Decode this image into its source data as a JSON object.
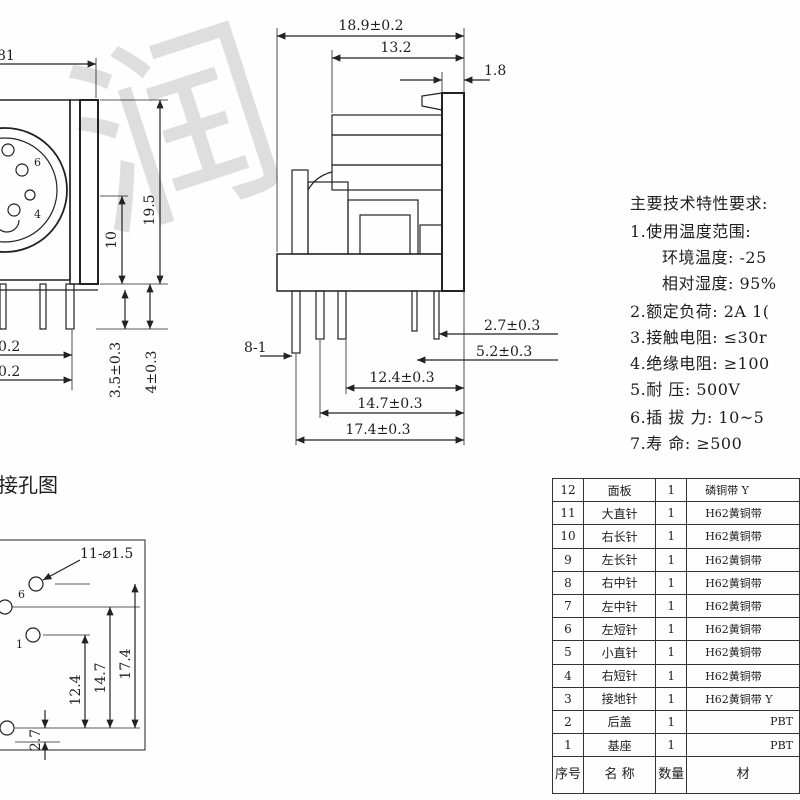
{
  "front_view": {
    "dim_top_partial": "81",
    "dim_height_outer": "19.5",
    "dim_height_inner": "10",
    "dim_left_1": "0.2",
    "dim_left_2": "0.2",
    "dim_pin_1": "3.5±0.3",
    "dim_pin_2": "4±0.3",
    "pin_labels": [
      "6",
      "4"
    ]
  },
  "side_view": {
    "dim_overall_width": "18.9±0.2",
    "dim_body_width": "13.2",
    "dim_top_small": "1.8",
    "dim_pin_spacing_1": "2.7±0.3",
    "dim_pin_spacing_2": "5.2±0.3",
    "dim_pin_offset": "8-1",
    "dim_span_1": "12.4±0.3",
    "dim_span_2": "14.7±0.3",
    "dim_span_3": "17.4±0.3"
  },
  "pcb_layout": {
    "title_partial": "接孔图",
    "hole_spec": "11-⌀1.5",
    "hole_labels": [
      "6",
      "1"
    ],
    "dim_v_1": "12.4",
    "dim_v_2": "14.7",
    "dim_v_3": "17.4",
    "dim_v_4": "2.7"
  },
  "specs": {
    "title": "主要技术特性要求:",
    "lines": [
      "1.使用温度范围:",
      "环境温度: -25",
      "相对湿度: 95%",
      "2.额定负荷: 2A 1(",
      "3.接触电阻: ≤30r",
      "4.绝缘电阻: ≥100",
      "5.耐 压: 500V",
      "6.插 拔 力: 10~5",
      "7.寿 命: ≥500"
    ]
  },
  "parts_table": {
    "rows": [
      {
        "no": "12",
        "name": "面板",
        "qty": "1",
        "material": "磷铜带 Y"
      },
      {
        "no": "11",
        "name": "大直针",
        "qty": "1",
        "material": "H62黄铜带"
      },
      {
        "no": "10",
        "name": "右长针",
        "qty": "1",
        "material": "H62黄铜带"
      },
      {
        "no": "9",
        "name": "左长针",
        "qty": "1",
        "material": "H62黄铜带"
      },
      {
        "no": "8",
        "name": "右中针",
        "qty": "1",
        "material": "H62黄铜带"
      },
      {
        "no": "7",
        "name": "左中针",
        "qty": "1",
        "material": "H62黄铜带"
      },
      {
        "no": "6",
        "name": "左短针",
        "qty": "1",
        "material": "H62黄铜带"
      },
      {
        "no": "5",
        "name": "小直针",
        "qty": "1",
        "material": "H62黄铜带"
      },
      {
        "no": "4",
        "name": "右短针",
        "qty": "1",
        "material": "H62黄铜带"
      },
      {
        "no": "3",
        "name": "接地针",
        "qty": "1",
        "material": "H62黄铜带 Y"
      },
      {
        "no": "2",
        "name": "后盖",
        "qty": "1",
        "material": "PBT"
      },
      {
        "no": "1",
        "name": "基座",
        "qty": "1",
        "material": "PBT"
      }
    ],
    "header": {
      "no": "序号",
      "name": "名 称",
      "qty": "数量",
      "material": "材"
    }
  },
  "watermark": "润"
}
